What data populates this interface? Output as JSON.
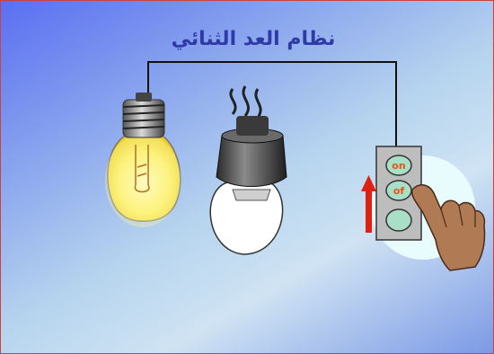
{
  "title": "نظام العد الثنائي",
  "switch": {
    "on_label": "on",
    "off_label": "of"
  },
  "colors": {
    "title": "#2f3aa8",
    "arrow": "#e02010",
    "button_text": "#e05818",
    "border": "#d04040"
  },
  "icons": [
    "lit-bulb-icon",
    "unlit-bulb-icon",
    "switch-panel-icon",
    "hand-icon",
    "up-arrow-icon"
  ]
}
